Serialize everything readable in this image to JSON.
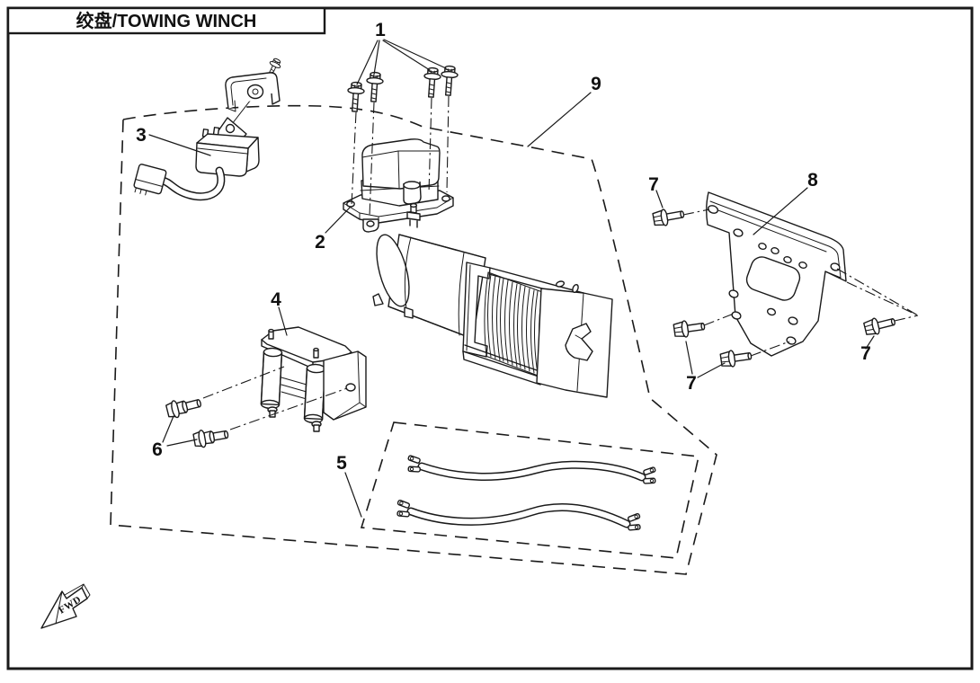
{
  "page": {
    "background": "#ffffff",
    "ink": "#1a1a1a"
  },
  "title_block": {
    "title": "绞盘/TOWING WINCH"
  },
  "direction_indicator": {
    "label": "FWD"
  },
  "callouts": [
    {
      "label": "1",
      "points_to": "winch-mounting-bolts"
    },
    {
      "label": "2",
      "points_to": "contactor-assembly"
    },
    {
      "label": "3",
      "points_to": "winch-switch-with-lead"
    },
    {
      "label": "4",
      "points_to": "roller-fairlead"
    },
    {
      "label": "5",
      "points_to": "power-cables"
    },
    {
      "label": "6",
      "points_to": "fairlead-bolts"
    },
    {
      "label": "7",
      "points_to": "bracket-bolt-top-left"
    },
    {
      "label": "7",
      "points_to": "bracket-bolts-bottom"
    },
    {
      "label": "7",
      "points_to": "bracket-bolt-right"
    },
    {
      "label": "8",
      "points_to": "winch-mounting-bracket"
    },
    {
      "label": "9",
      "points_to": "winch-assembly-boundary"
    }
  ]
}
